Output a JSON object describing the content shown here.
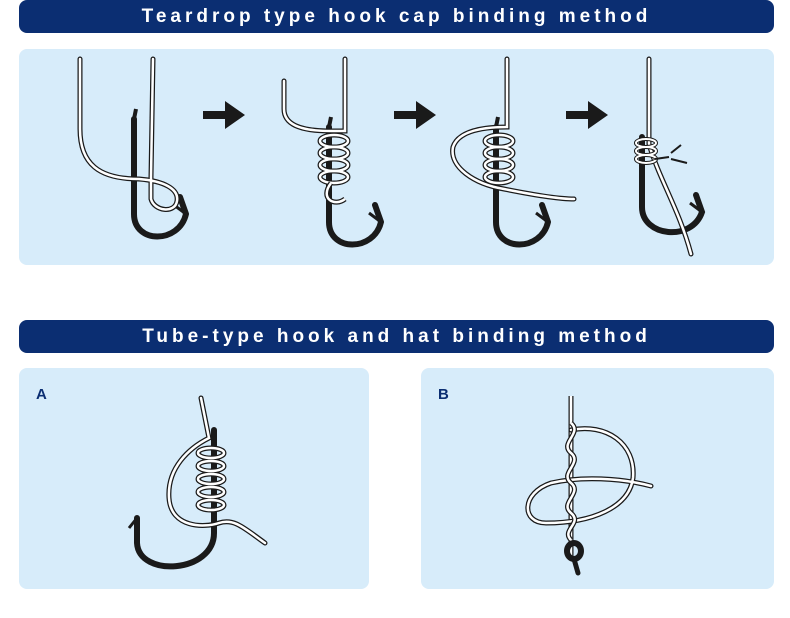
{
  "section1": {
    "title": "Teardrop type hook cap binding method"
  },
  "section2": {
    "title": "Tube-type hook and hat binding method",
    "panels": [
      {
        "label": "A"
      },
      {
        "label": "B"
      }
    ]
  },
  "colors": {
    "banner": "#0b2e72",
    "panel": "#d7ecfa",
    "hook": "#1a1a1a",
    "line": "#ffffff"
  },
  "icons": [
    "hook-icon",
    "fishing-line-icon",
    "arrow-right-icon"
  ]
}
